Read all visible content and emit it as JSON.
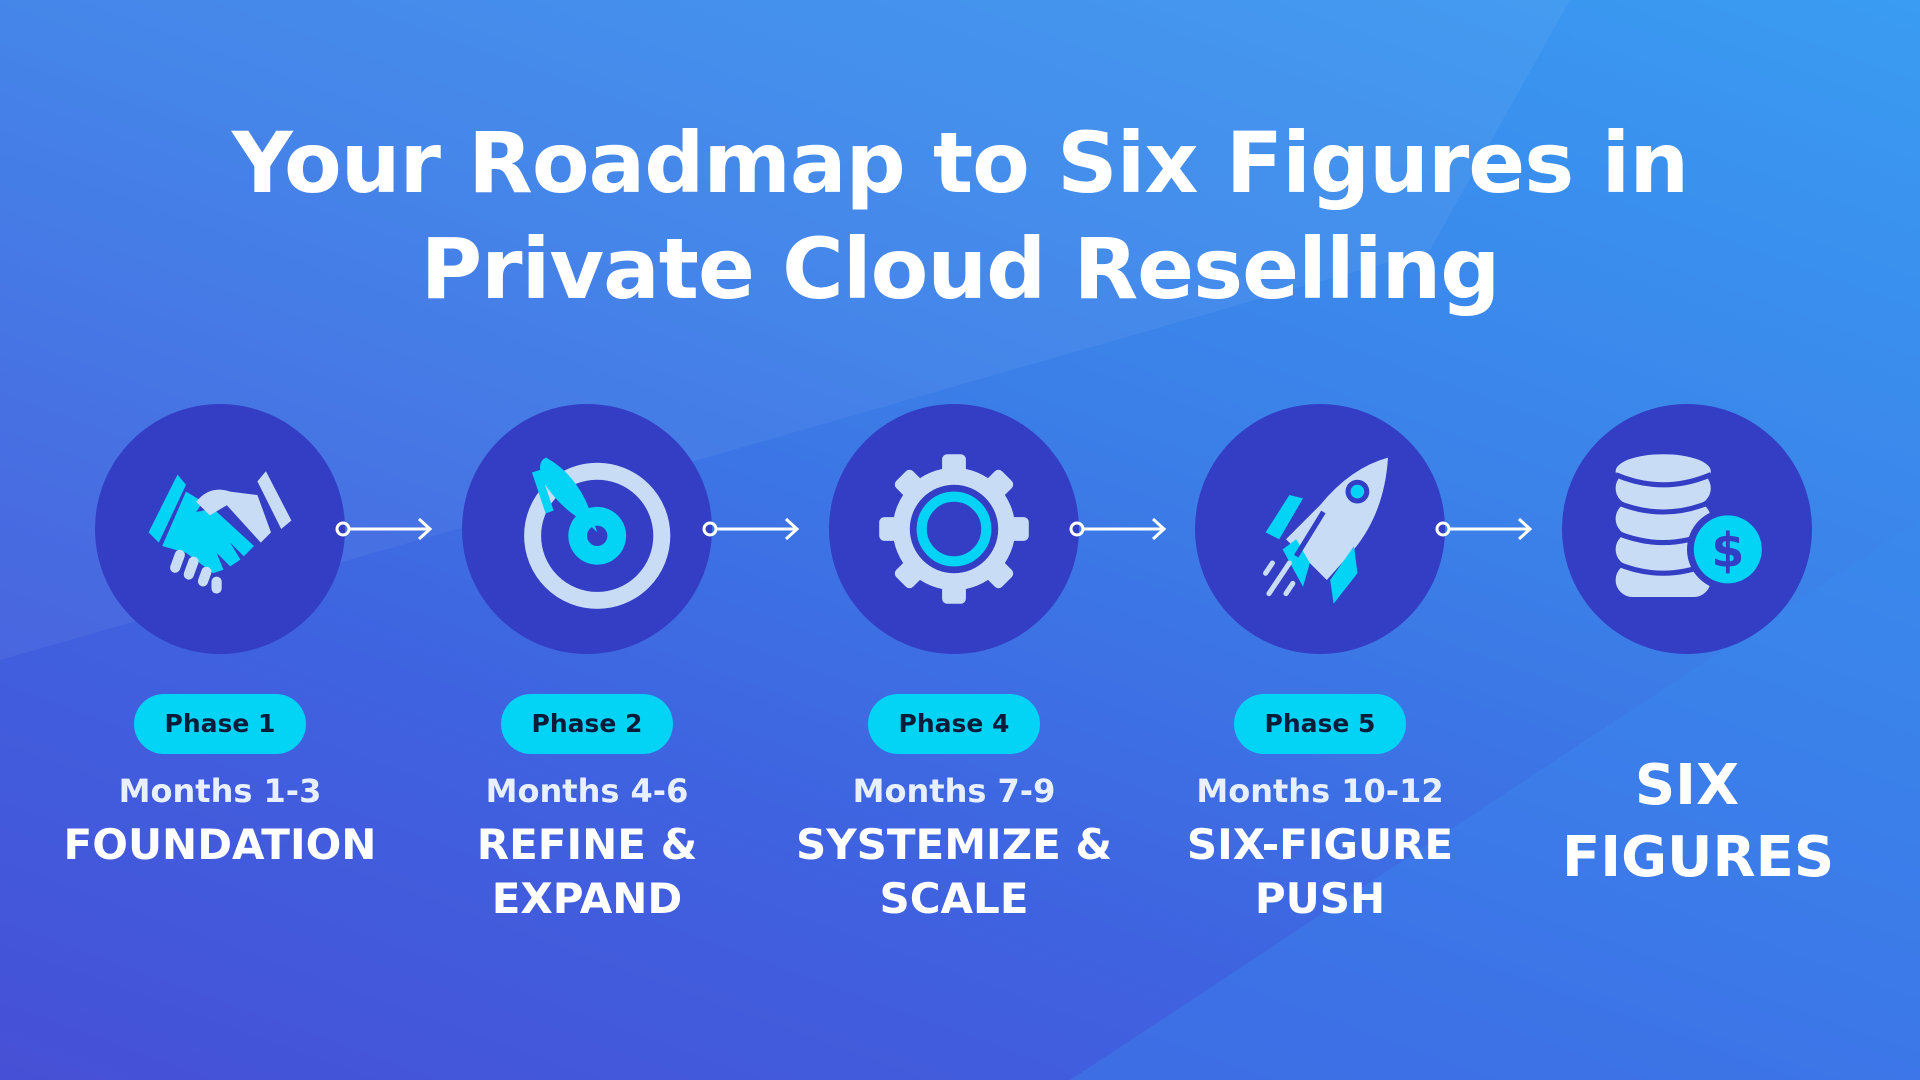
{
  "title": {
    "line1": "Your Roadmap to Six Figures in",
    "line2": "Private Cloud Reselling"
  },
  "colors": {
    "circle": "#333ec4",
    "accent": "#03d3f5",
    "light": "#c8dcf5"
  },
  "steps": [
    {
      "icon": "handshake-icon",
      "phase": "Phase 1",
      "months": "Months 1-3",
      "label1": "FOUNDATION",
      "label2": ""
    },
    {
      "icon": "target-icon",
      "phase": "Phase 2",
      "months": "Months 4-6",
      "label1": "REFINE &",
      "label2": "EXPAND"
    },
    {
      "icon": "gear-icon",
      "phase": "Phase 4",
      "months": "Months 7-9",
      "label1": "SYSTEMIZE &",
      "label2": "SCALE"
    },
    {
      "icon": "rocket-icon",
      "phase": "Phase 5",
      "months": "Months 10-12",
      "label1": "SIX-FIGURE",
      "label2": "PUSH"
    }
  ],
  "final": {
    "icon": "coins-dollar-icon",
    "line1": "SIX",
    "line2": "FIGURES"
  }
}
